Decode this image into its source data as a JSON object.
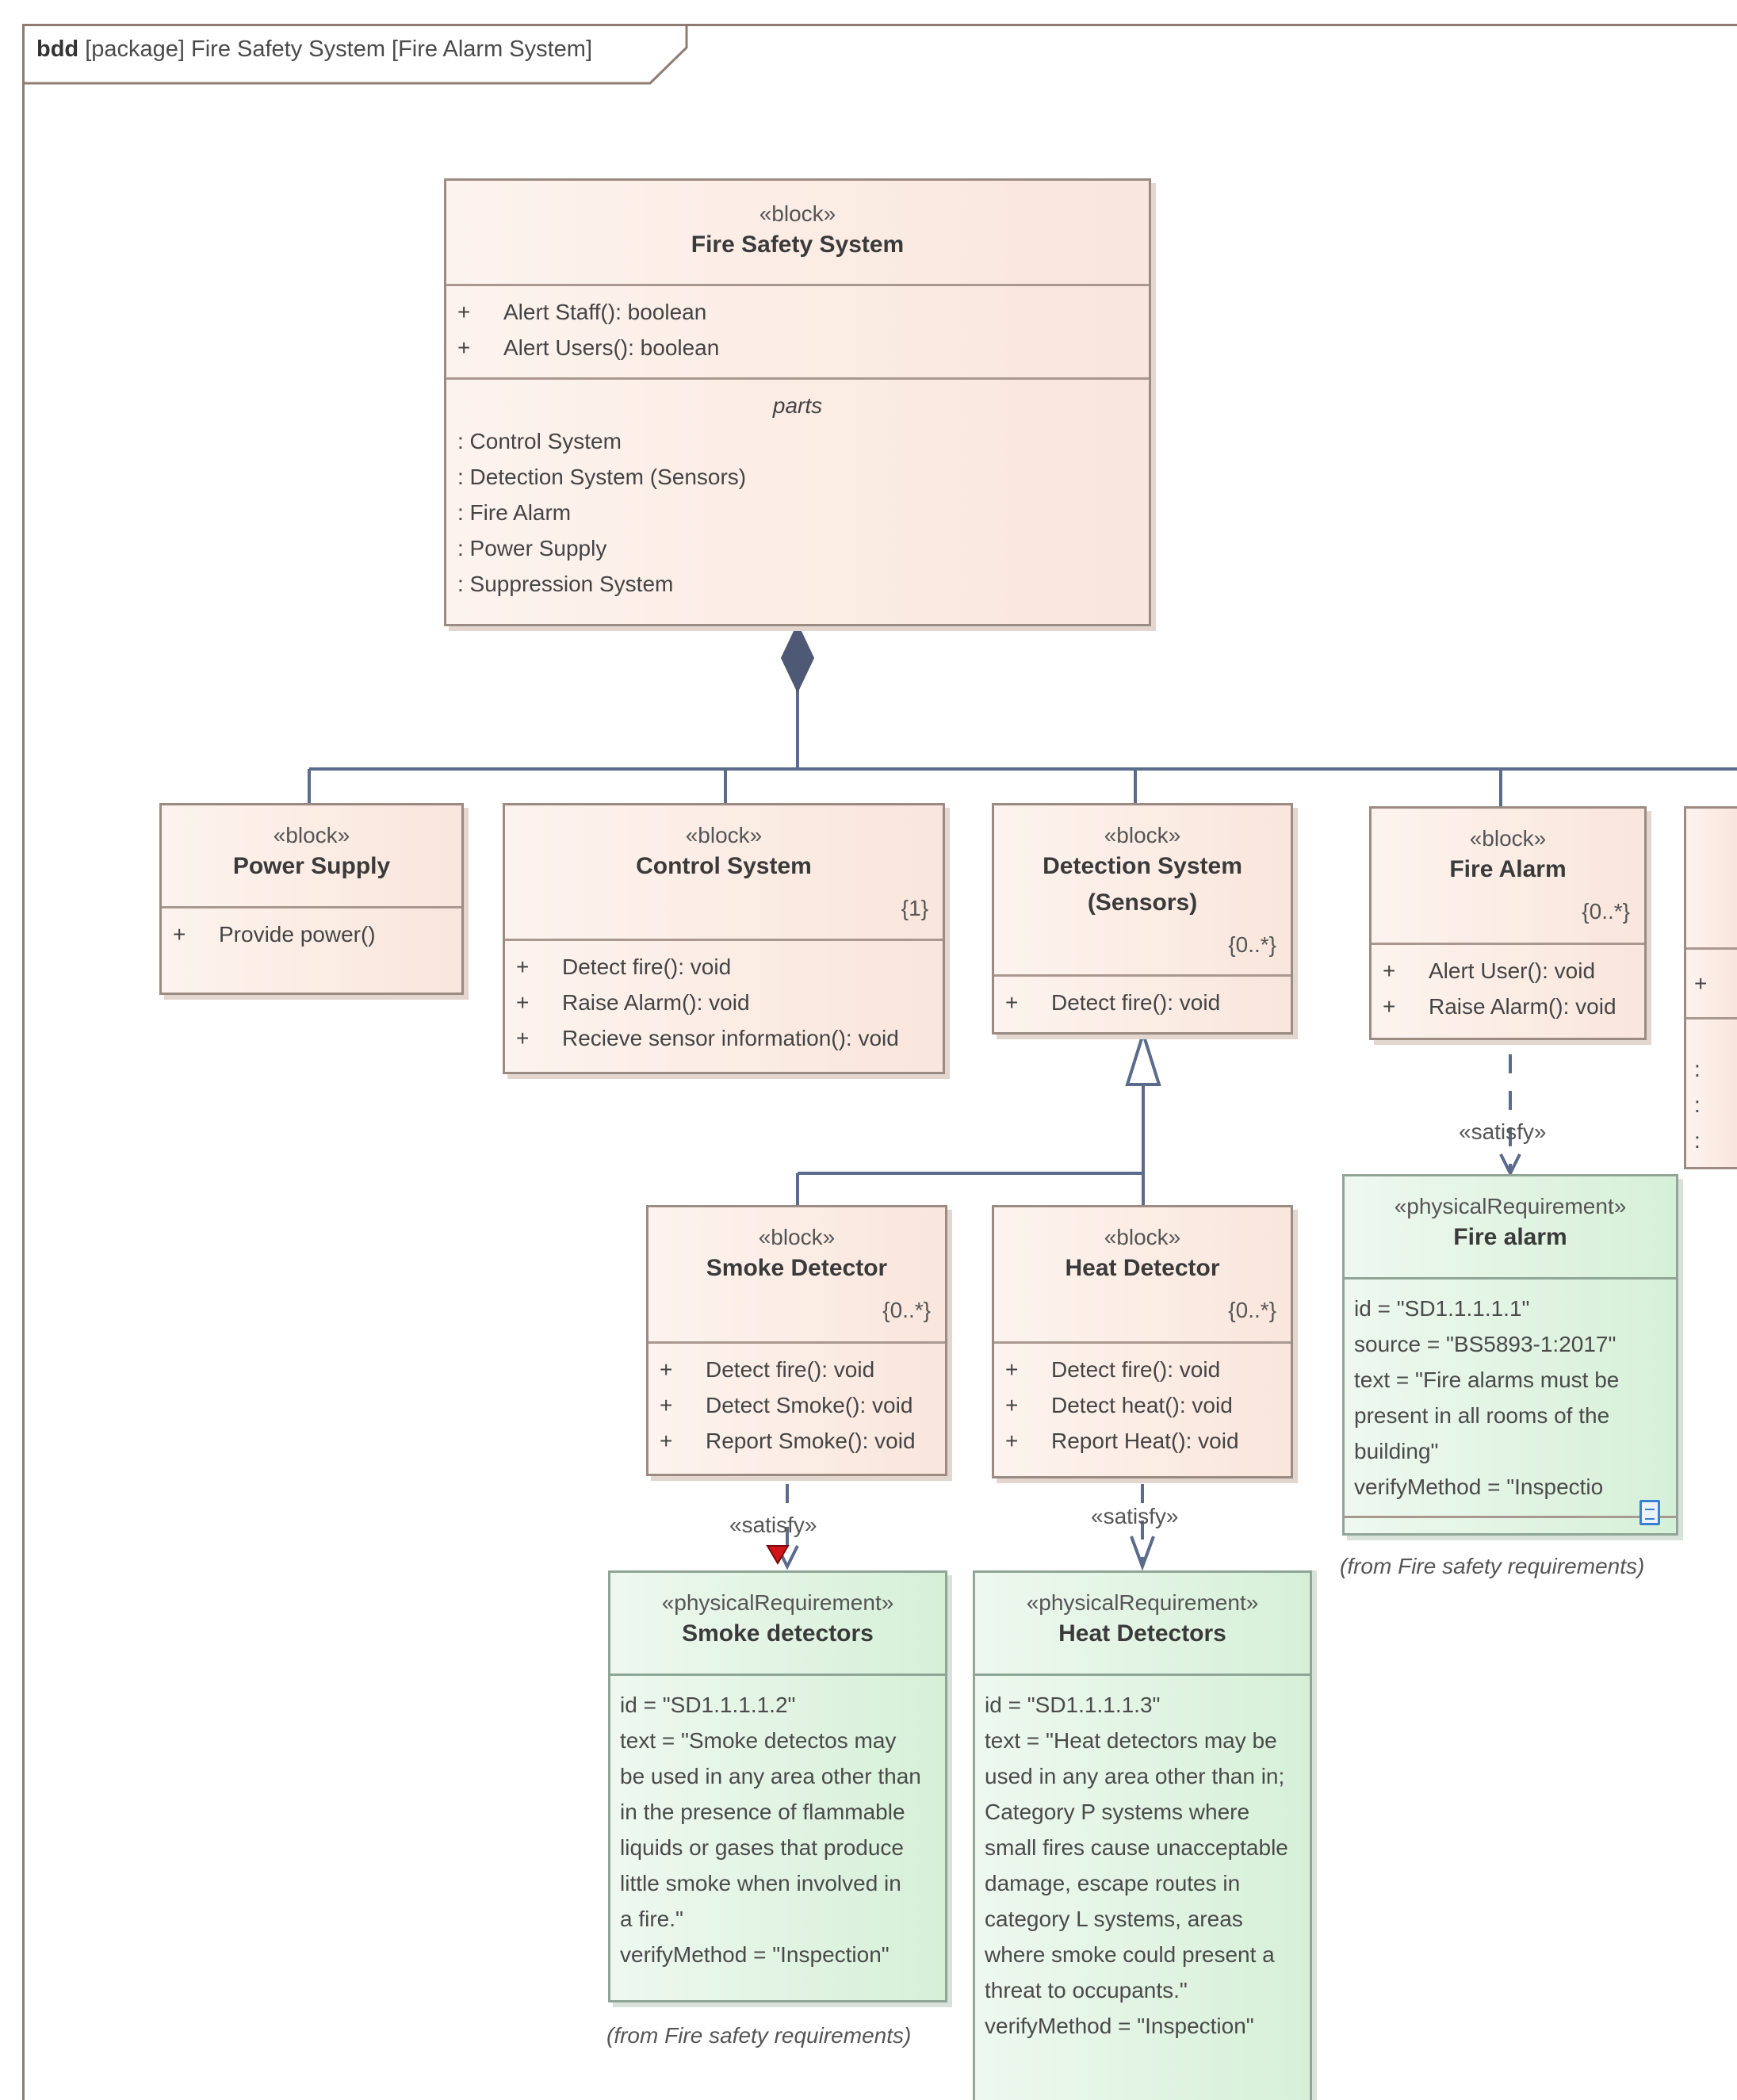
{
  "frame": {
    "keyword": "bdd",
    "rest": " [package] Fire Safety System [Fire Alarm System]"
  },
  "blocks": {
    "fire_safety_system": {
      "stereotype": "«block»",
      "name": "Fire Safety System",
      "operations": [
        "Alert Staff(): boolean",
        "Alert Users(): boolean"
      ],
      "parts_title": "parts",
      "parts": [
        ": Control System",
        ": Detection System (Sensors)",
        ": Fire Alarm",
        ": Power Supply",
        ": Suppression System"
      ]
    },
    "power_supply": {
      "stereotype": "«block»",
      "name": "Power Supply",
      "operations": [
        "Provide power()"
      ]
    },
    "control_system": {
      "stereotype": "«block»",
      "name": "Control System",
      "multiplicity": "{1}",
      "operations": [
        "Detect fire(): void",
        "Raise Alarm(): void",
        "Recieve sensor information(): void"
      ]
    },
    "detection_system": {
      "stereotype": "«block»",
      "name": "Detection System",
      "name2": "(Sensors)",
      "multiplicity": "{0..*}",
      "operations": [
        "Detect fire(): void"
      ]
    },
    "fire_alarm": {
      "stereotype": "«block»",
      "name": "Fire Alarm",
      "multiplicity": "{0..*}",
      "operations": [
        "Alert User(): void",
        "Raise Alarm(): void"
      ]
    },
    "smoke_detector": {
      "stereotype": "«block»",
      "name": "Smoke Detector",
      "multiplicity": "{0..*}",
      "operations": [
        "Detect fire(): void",
        "Detect Smoke(): void",
        "Report Smoke(): void"
      ]
    },
    "heat_detector": {
      "stereotype": "«block»",
      "name": "Heat Detector",
      "multiplicity": "{0..*}",
      "operations": [
        "Detect fire(): void",
        "Detect heat(): void",
        "Report Heat(): void"
      ]
    },
    "partial_block": {
      "operation_plus": "+",
      "part_marks": [
        ":",
        ":",
        ":"
      ]
    }
  },
  "operation_prefix": "+",
  "requirements": {
    "fire_alarm_req": {
      "stereotype": "«physicalRequirement»",
      "name": "Fire alarm",
      "lines": [
        "id = \"SD1.1.1.1.1\"",
        "source = \"BS5893-1:2017\"",
        "text = \"Fire alarms must be",
        "present in all rooms of the",
        "building\"",
        "verifyMethod = \"Inspectio"
      ],
      "from": "(from Fire safety requirements)"
    },
    "smoke_req": {
      "stereotype": "«physicalRequirement»",
      "name": "Smoke detectors",
      "lines": [
        "id = \"SD1.1.1.1.2\"",
        "text = \"Smoke detectos may",
        "be used in any area other than",
        "in the presence of flammable",
        "liquids or gases that produce",
        "little smoke when involved in",
        "a fire.\"",
        "verifyMethod = \"Inspection\""
      ],
      "from": "(from Fire safety requirements)"
    },
    "heat_req": {
      "stereotype": "«physicalRequirement»",
      "name": "Heat Detectors",
      "lines": [
        "id = \"SD1.1.1.1.3\"",
        "text = \"Heat detectors may be",
        "used in any area other than in;",
        "Category P systems where",
        "small fires cause unacceptable",
        "damage, escape routes in",
        "category L systems, areas",
        "where smoke could present a",
        "threat to occupants.\"",
        "verifyMethod = \"Inspection\""
      ]
    }
  },
  "relations": {
    "satisfy_label": "«satisfy»"
  },
  "colors": {
    "block_fill": "#f9e6dc",
    "requirement_fill": "#d6f0d8",
    "line": "#5b6b8c",
    "error_marker": "#d0161b"
  }
}
